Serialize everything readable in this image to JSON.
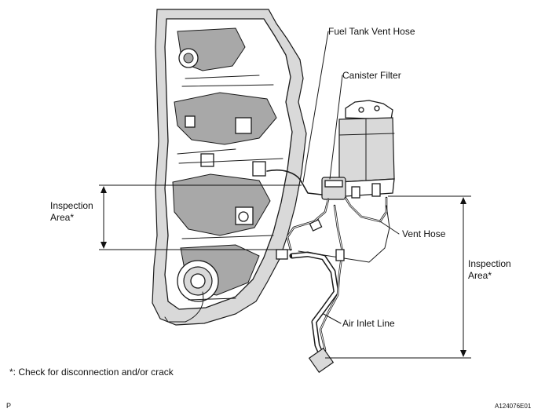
{
  "labels": {
    "fuel_tank_vent_hose": "Fuel Tank Vent Hose",
    "canister_filter": "Canister Filter",
    "vent_hose": "Vent Hose",
    "air_inlet_line": "Air Inlet Line",
    "inspection_area_left_line1": "Inspection",
    "inspection_area_left_line2": "Area*",
    "inspection_area_right_line1": "Inspection",
    "inspection_area_right_line2": "Area*"
  },
  "footnote": "*: Check for disconnection and/or crack",
  "corner_letter": "P",
  "figure_code": "A124076E01"
}
